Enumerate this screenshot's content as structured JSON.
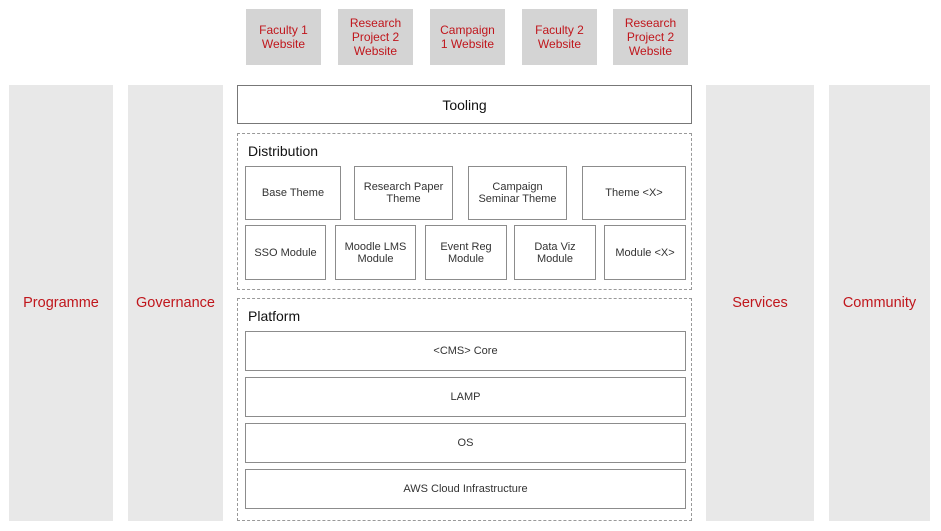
{
  "websites": [
    "Faculty 1\nWebsite",
    "Research\nProject 2\nWebsite",
    "Campaign\n1 Website",
    "Faculty 2\nWebsite",
    "Research\nProject 2\nWebsite"
  ],
  "pillars": {
    "programme": "Programme",
    "governance": "Governance",
    "services": "Services",
    "community": "Community"
  },
  "tooling": "Tooling",
  "distribution": {
    "title": "Distribution",
    "themes": [
      "Base Theme",
      "Research Paper\nTheme",
      "Campaign\nSeminar Theme",
      "Theme <X>"
    ],
    "modules": [
      "SSO Module",
      "Moodle LMS\nModule",
      "Event Reg\nModule",
      "Data Viz\nModule",
      "Module <X>"
    ]
  },
  "platform": {
    "title": "Platform",
    "layers": [
      "<CMS> Core",
      "LAMP",
      "OS",
      "AWS Cloud Infrastructure"
    ]
  },
  "colors": {
    "accent": "#c0161c",
    "site_fill": "#d4d4d4",
    "pillar_fill": "#e8e8e8"
  }
}
